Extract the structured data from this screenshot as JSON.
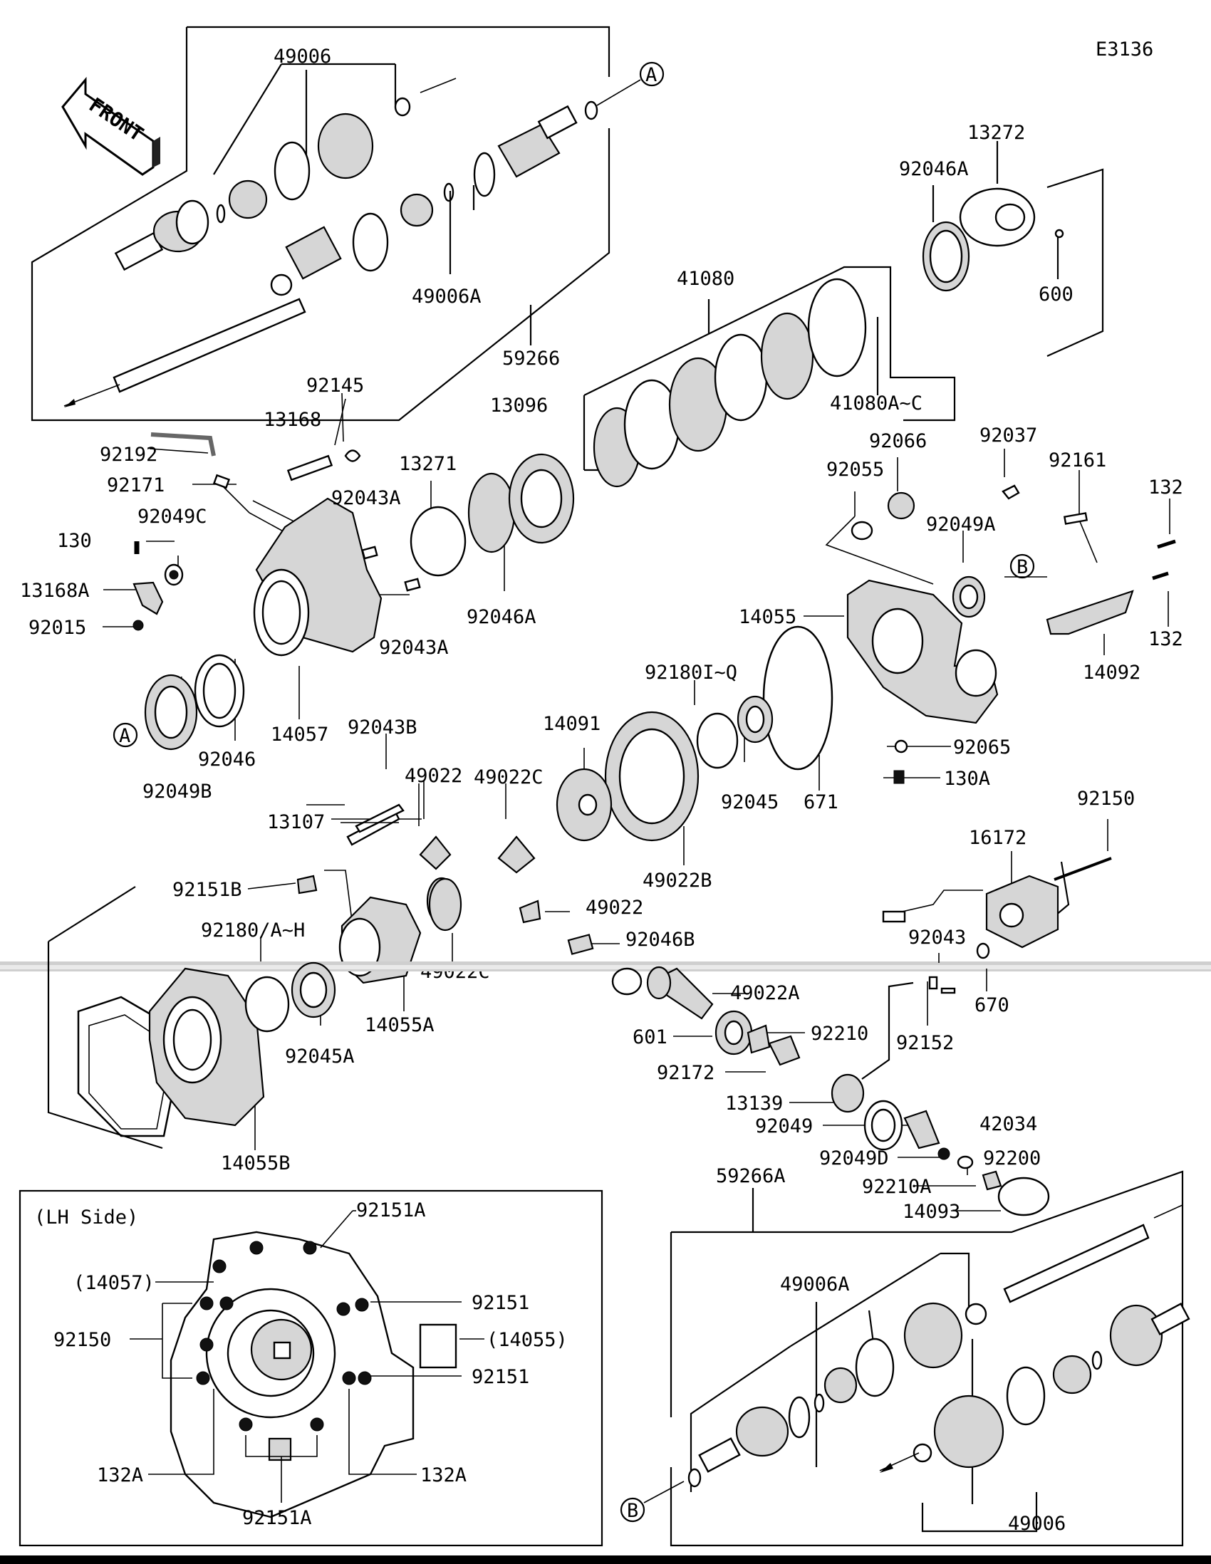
{
  "diagram_id": "E3136",
  "front_label": "FRONT",
  "inset_title": "(LH Side)",
  "callouts": {
    "A": "A",
    "B": "B"
  },
  "labels": {
    "p49006_top": "49006",
    "p49006A_top": "49006A",
    "p59266": "59266",
    "p13272": "13272",
    "p92046A_top": "92046A",
    "p600": "600",
    "p41080": "41080",
    "p41080AC": "41080A~C",
    "p92145": "92145",
    "p13168": "13168",
    "p92192": "92192",
    "p92171": "92171",
    "p13096": "13096",
    "p13271": "13271",
    "p92043A_1": "92043A",
    "p92049C": "92049C",
    "p130": "130",
    "p13168A": "13168A",
    "p92015": "92015",
    "p92046A_mid": "92046A",
    "p92043A_2": "92043A",
    "p92046": "92046",
    "p14057": "14057",
    "p92049B": "92049B",
    "p92066": "92066",
    "p92055": "92055",
    "p92037": "92037",
    "p92161": "92161",
    "p132_1": "132",
    "p132_2": "132",
    "p92049A": "92049A",
    "p14055": "14055",
    "p14092": "14092",
    "p92180IQ": "92180I~Q",
    "p92065": "92065",
    "p130A": "130A",
    "p92045": "92045",
    "p671": "671",
    "p14091": "14091",
    "p92043B": "92043B",
    "p49022_1": "49022",
    "p49022C_1": "49022C",
    "p13107": "13107",
    "p49022B": "49022B",
    "p92150_top": "92150",
    "p16172": "16172",
    "p92151B": "92151B",
    "p49022_2": "49022",
    "p92046B": "92046B",
    "p92180AH": "92180/A~H",
    "p92043": "92043",
    "p49022C_2": "49022C",
    "p14055A": "14055A",
    "p92045A": "92045A",
    "p670": "670",
    "p49022A": "49022A",
    "p601": "601",
    "p92210": "92210",
    "p92152": "92152",
    "p92172": "92172",
    "p13139": "13139",
    "p92049": "92049",
    "p42034": "42034",
    "p92049D": "92049D",
    "p92200": "92200",
    "p92210A": "92210A",
    "p14093": "14093",
    "p14055B": "14055B",
    "p59266A": "59266A",
    "p49006A_bot": "49006A",
    "p49006_bot": "49006",
    "inset_92151A_top": "92151A",
    "inset_14057": "(14057)",
    "inset_92151_1": "92151",
    "inset_92150": "92150",
    "inset_14055": "(14055)",
    "inset_92151_2": "92151",
    "inset_132A_l": "132A",
    "inset_132A_r": "132A",
    "inset_92151A_bot": "92151A"
  }
}
